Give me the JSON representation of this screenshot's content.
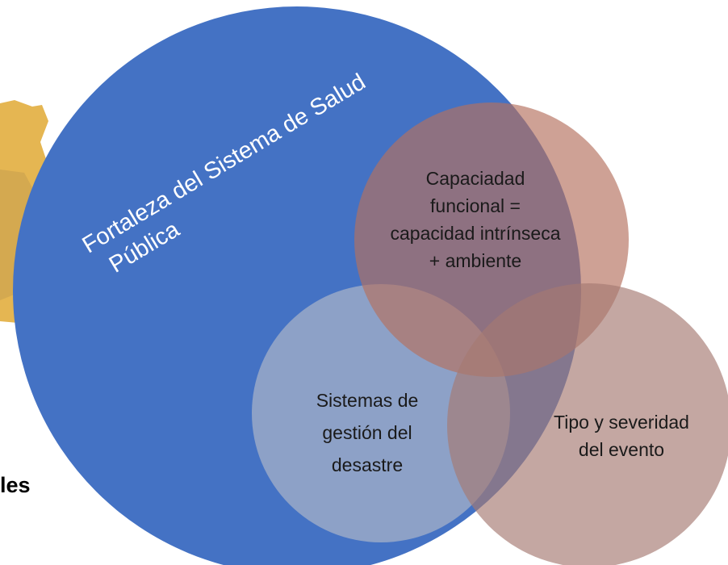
{
  "diagram": {
    "public_health_circle": {
      "label_line1": "Fortaleza del Sistema de Salud",
      "label_line2": "Pública",
      "color": "#4472C4"
    },
    "functional_capacity_circle": {
      "lines": [
        "Capaciadad",
        "funcional =",
        "capacidad intrínseca",
        "+ ambiente"
      ],
      "color": "#B07A6A"
    },
    "disaster_management_circle": {
      "lines": [
        "Sistemas de",
        "gestión del",
        "desastre"
      ],
      "color": "#A0A8B8"
    },
    "event_circle": {
      "lines": [
        "Tipo y severidad",
        "del evento"
      ],
      "color": "#A8807A"
    },
    "partial_text": "les",
    "yellow_scrap_color": "#E3B043"
  }
}
